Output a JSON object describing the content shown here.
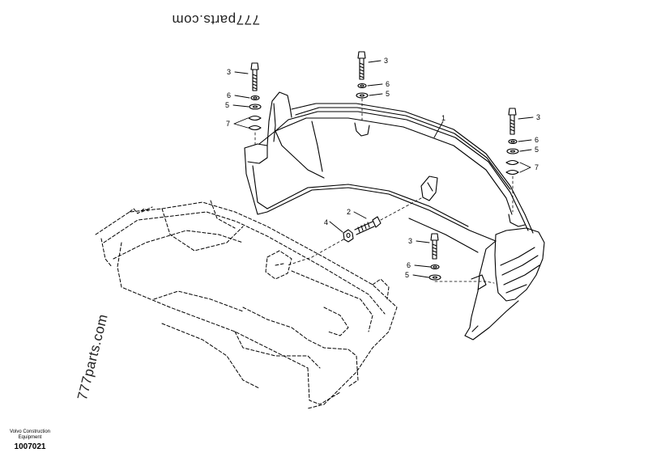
{
  "watermarks": {
    "top": "777parts.com",
    "side": "777parts.com"
  },
  "credit": {
    "line1": "Volvo Construction",
    "line2": "Equipment",
    "figure_id": "1007021"
  },
  "callouts": {
    "c1": "1",
    "c2": "2",
    "c4": "4",
    "top_left": {
      "bolt": "3",
      "washer_a": "6",
      "washer_b": "5",
      "spring": "7"
    },
    "top_mid": {
      "bolt": "3",
      "washer_a": "6",
      "washer_b": "5"
    },
    "right": {
      "bolt": "3",
      "washer_a": "6",
      "washer_b": "5",
      "spring": "7"
    },
    "lower": {
      "bolt": "3",
      "washer_a": "6",
      "washer_b": "5"
    }
  }
}
